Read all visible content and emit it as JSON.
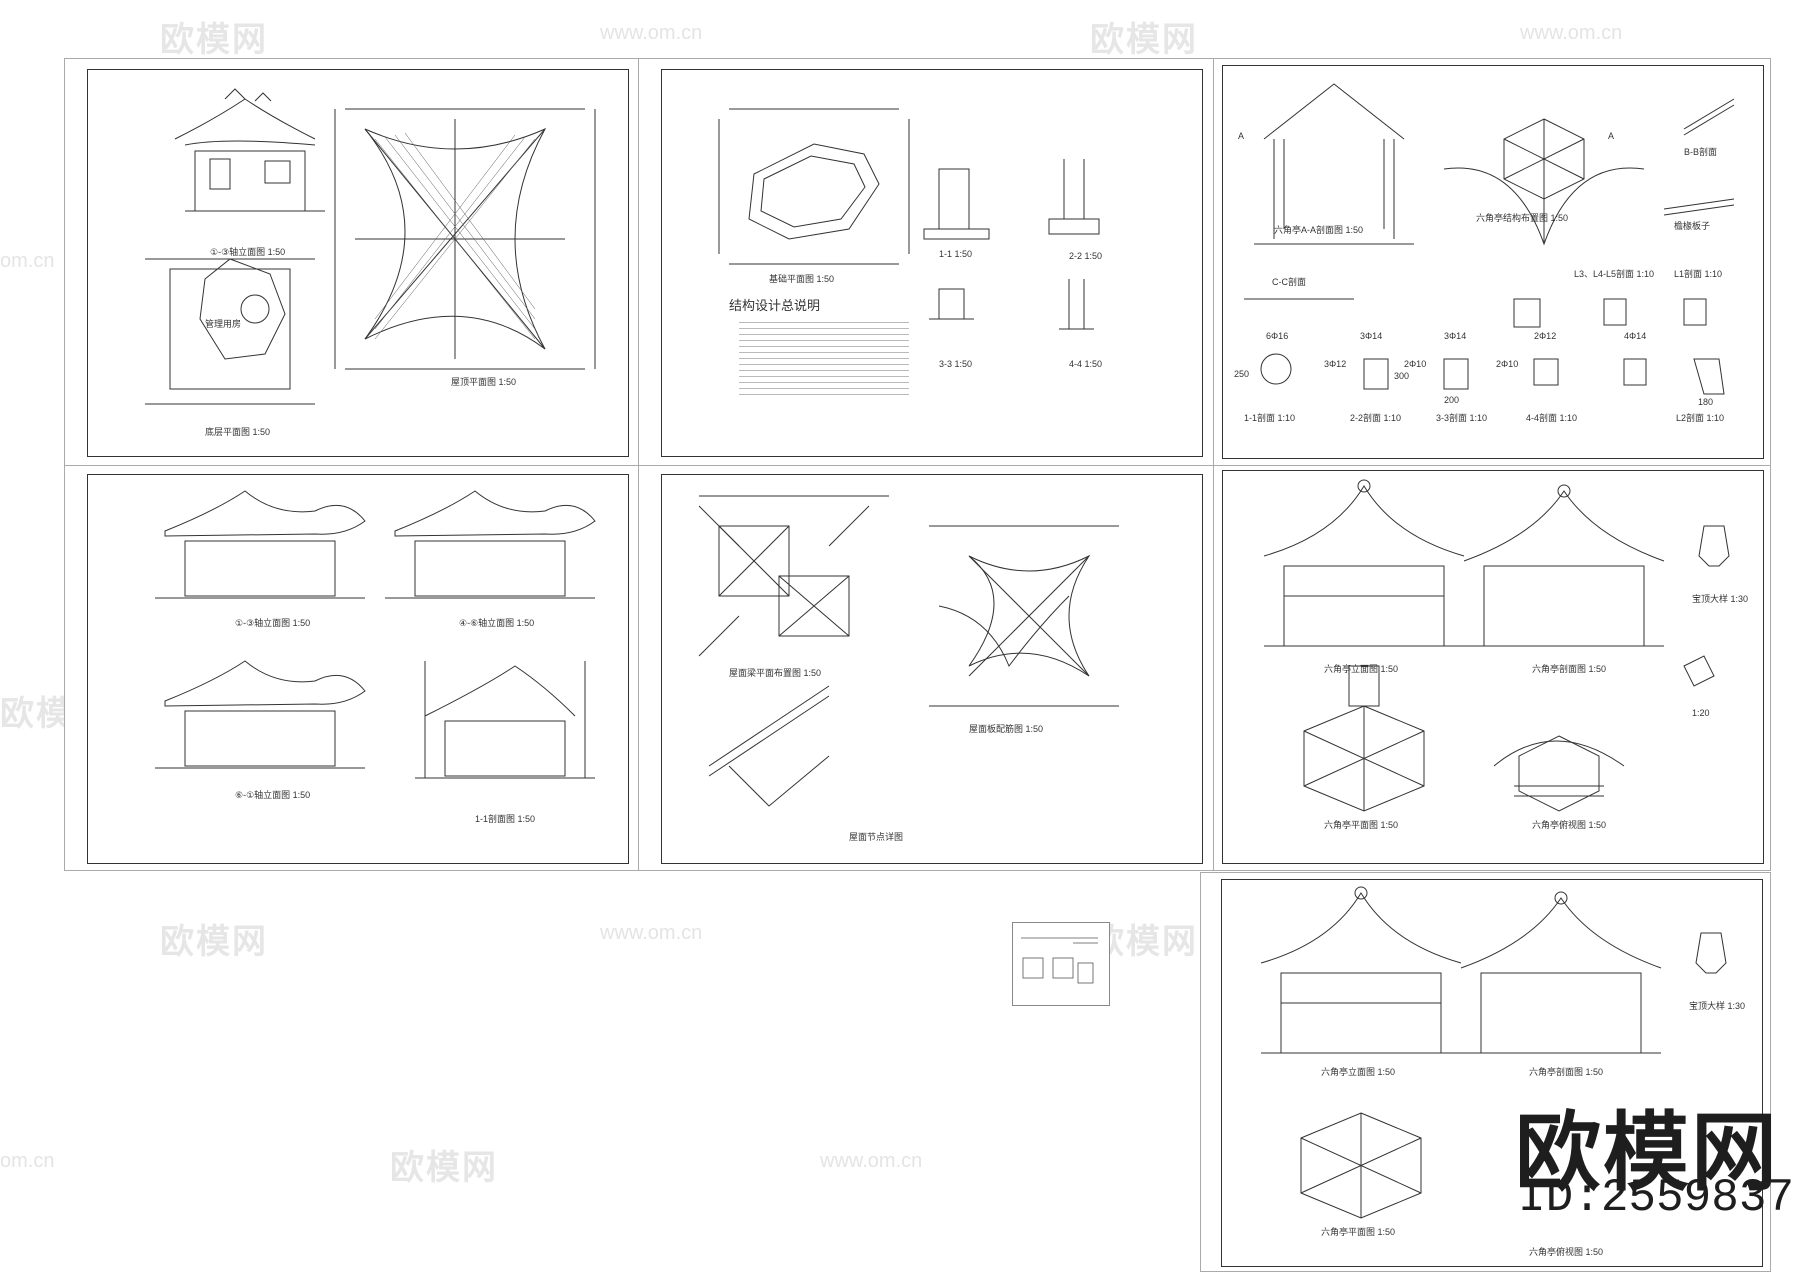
{
  "watermark": {
    "brand": "欧模网",
    "url": "www.om.cn",
    "url_short": "om.cn",
    "id_text": "ID:2559837"
  },
  "sheet1": {
    "elev_front": "①-③轴立面图 1:50",
    "plan": "底层平面图 1:50",
    "roof_plan": "屋顶平面图 1:50",
    "kitchen": "管理用房"
  },
  "sheet2": {
    "found_plan": "基础平面图 1:50",
    "notes_title": "结构设计总说明",
    "note_1": "1-1 1:50",
    "note_2": "2-2 1:50",
    "note_3": "3-3 1:50",
    "note_4": "4-4 1:50"
  },
  "sheet3": {
    "sec_aa": "六角亭A-A剖面图 1:50",
    "struct_plan": "六角亭结构布置图 1:50",
    "bb": "B-B剖面",
    "cc": "C-C剖面",
    "eave_board": "檐椽板子",
    "s11": "1-1剖面 1:10",
    "s22": "2-2剖面 1:10",
    "s33": "3-3剖面 1:10",
    "s44": "4-4剖面 1:10",
    "l2": "L2剖面 1:10",
    "l1": "L1剖面 1:10",
    "l3": "L3、L4-L5剖面 1:10",
    "r16": "6Φ16",
    "r12": "3Φ12",
    "r14": "3Φ14",
    "r10": "2Φ10",
    "r212": "2Φ12",
    "r414": "4Φ14",
    "d250": "250",
    "d300": "300",
    "d200": "200",
    "d180": "180",
    "label_a": "A"
  },
  "sheet4": {
    "elev1": "①-③轴立面图 1:50",
    "elev2": "④-⑥轴立面图 1:50",
    "elev3": "⑥-①轴立面图 1:50",
    "sec11": "1-1剖面图 1:50"
  },
  "sheet5": {
    "roof_struct": "屋面梁平面布置图 1:50",
    "roof_frame": "屋面板配筋图 1:50",
    "detail": "屋面节点详图"
  },
  "sheet6": {
    "elev": "六角亭立面图 1:50",
    "sec": "六角亭剖面图 1:50",
    "plan": "六角亭平面图 1:50",
    "roofplan": "六角亭俯视图 1:50",
    "detail2": "宝顶大样 1:30",
    "detail1": "1:20"
  },
  "sheet7": {
    "elev": "六角亭立面图 1:50",
    "sec": "六角亭剖面图 1:50",
    "plan": "六角亭平面图 1:50",
    "roofplan": "六角亭俯视图 1:50",
    "detail2": "宝顶大样 1:30"
  }
}
